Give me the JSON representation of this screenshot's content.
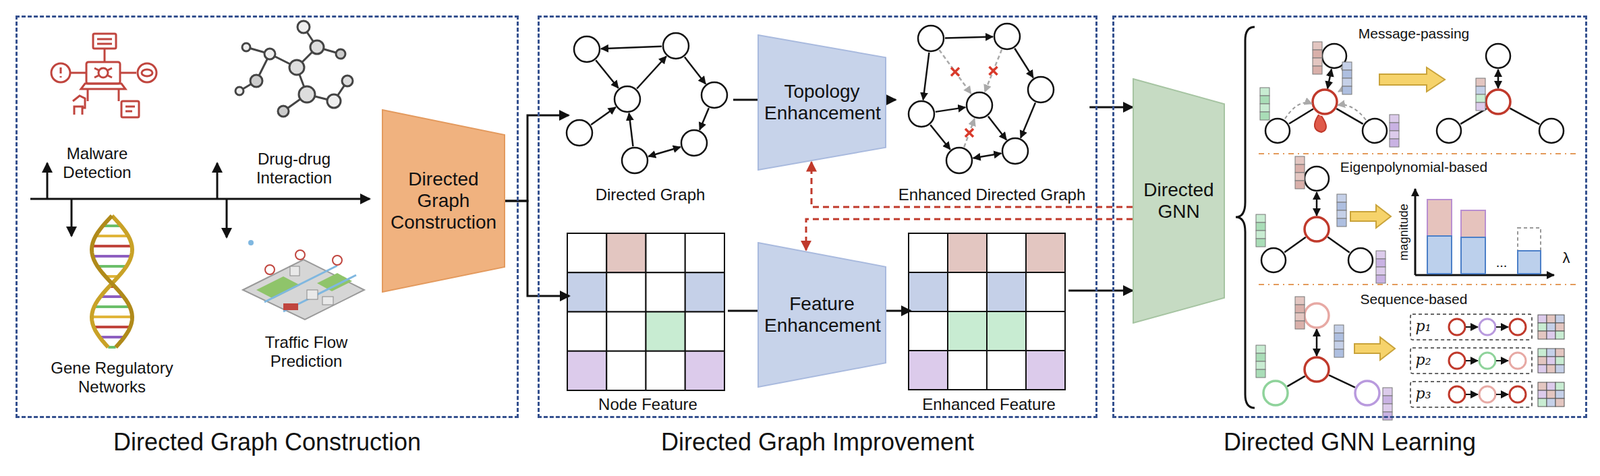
{
  "diagram": {
    "nodes": [
      {
        "text": [
          "Directed Graph Construction"
        ]
      },
      {
        "text": [
          "Directed Graph Construction"
        ],
        "in": 0
      },
      {
        "text": [
          "Directed Graph Improvement"
        ]
      },
      {
        "text": [
          "Directed Graph"
        ],
        "in": 2
      },
      {
        "text": [
          "Topology Enhancement"
        ],
        "in": 2
      },
      {
        "text": [
          "Enhanced Directed Graph"
        ],
        "in": 2
      },
      {
        "text": [
          "Node Feature"
        ],
        "in": 2
      },
      {
        "text": [
          "Feature Enhancement"
        ],
        "in": 2
      },
      {
        "text": [
          "Enhanced Feature"
        ],
        "in": 2
      },
      {
        "text": [
          "Directed GNN Learning"
        ]
      },
      {
        "text": [
          "Directed GNN"
        ],
        "in": 9
      }
    ],
    "edges": [
      {
        "from": 1,
        "to": 3,
        "arrow": "to"
      },
      {
        "from": 1,
        "to": 6,
        "arrow": "to"
      },
      {
        "from": 3,
        "to": 4,
        "arrow": "none"
      },
      {
        "from": 4,
        "to": 5,
        "arrow": "to"
      },
      {
        "from": 6,
        "to": 7,
        "arrow": "none"
      },
      {
        "from": 7,
        "to": 8,
        "arrow": "to"
      },
      {
        "from": 5,
        "to": 10,
        "arrow": "to"
      },
      {
        "from": 8,
        "to": 10,
        "arrow": "to"
      },
      {
        "from": 10,
        "to": 4,
        "arrow": "to"
      },
      {
        "from": 10,
        "to": 7,
        "arrow": "to"
      }
    ],
    "labels": [
      "Malware Detection",
      "Drug-drug Interaction",
      "Gene Regulatory Networks",
      "Traffic Flow Prediction",
      "Message-passing",
      "Eigenpolynomial-based",
      "magnitude",
      "λ",
      "...",
      "Sequence-based",
      "p₁",
      "p₂",
      "p₃"
    ]
  }
}
